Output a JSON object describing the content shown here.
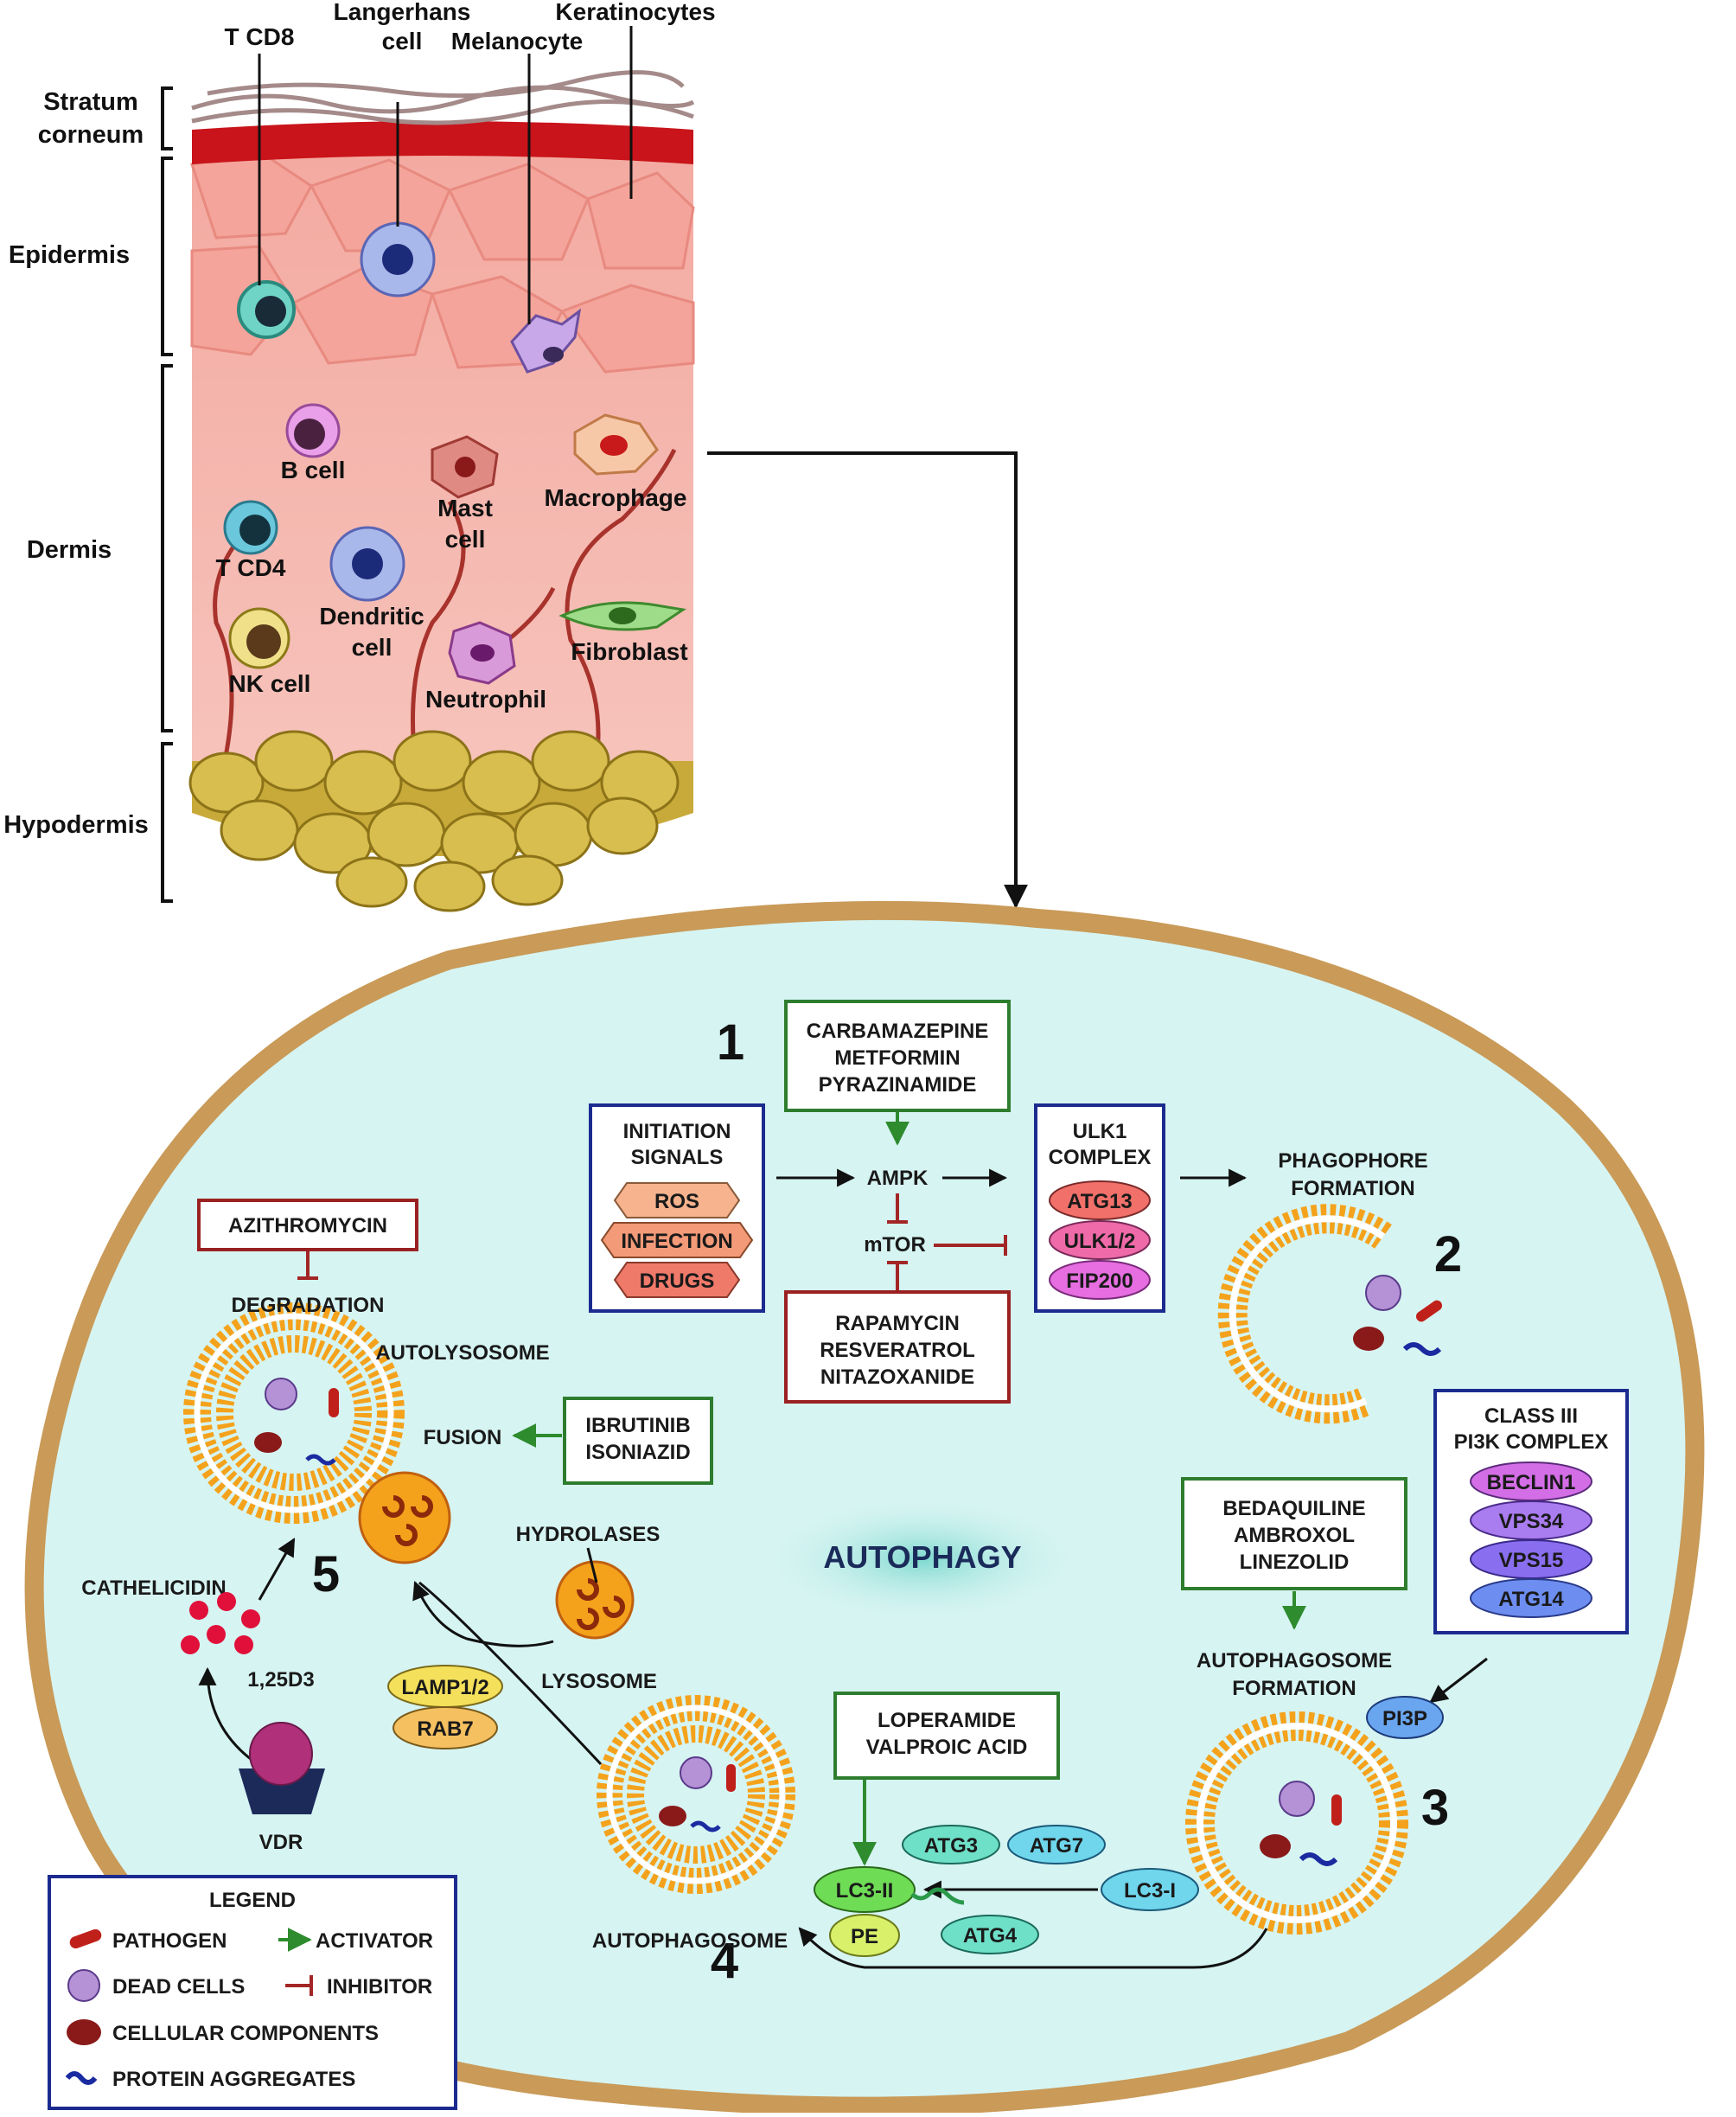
{
  "skin": {
    "layers": [
      "Stratum corneum",
      "Epidermis",
      "Dermis",
      "Hypodermis"
    ],
    "cells": {
      "t_cd8": "T CD8",
      "langerhans": "Langerhans cell",
      "melanocyte": "Melanocyte",
      "keratinocytes": "Keratinocytes",
      "b_cell": "B cell",
      "mast_cell": "Mast cell",
      "macrophage": "Macrophage",
      "t_cd4": "T CD4",
      "dendritic": "Dendritic cell",
      "nk_cell": "NK cell",
      "neutrophil": "Neutrophil",
      "fibroblast": "Fibroblast"
    }
  },
  "autophagy": {
    "title": "AUTOPHAGY",
    "steps": [
      "1",
      "2",
      "3",
      "4",
      "5"
    ],
    "initiation": {
      "title_line1": "INITIATION",
      "title_line2": "SIGNALS",
      "items": [
        "ROS",
        "INFECTION",
        "DRUGS"
      ]
    },
    "activators_ampk": [
      "CARBAMAZEPINE",
      "METFORMIN",
      "PYRAZINAMIDE"
    ],
    "inhibitors_mtor": [
      "RAPAMYCIN",
      "RESVERATROL",
      "NITAZOXANIDE"
    ],
    "ampk": "AMPK",
    "mtor": "mTOR",
    "ulk1": {
      "title_line1": "ULK1",
      "title_line2": "COMPLEX",
      "items": [
        "ATG13",
        "ULK1/2",
        "FIP200"
      ]
    },
    "phagophore_line1": "PHAGOPHORE",
    "phagophore_line2": "FORMATION",
    "pi3k": {
      "title_line1": "CLASS III",
      "title_line2": "PI3K COMPLEX",
      "items": [
        "BECLIN1",
        "VPS34",
        "VPS15",
        "ATG14"
      ]
    },
    "pi3p": "PI3P",
    "autophagosome_drugs": [
      "BEDAQUILINE",
      "AMBROXOL",
      "LINEZOLID"
    ],
    "autophagosome_formation_line1": "AUTOPHAGOSOME",
    "autophagosome_formation_line2": "FORMATION",
    "lc3_drugs": [
      "LOPERAMIDE",
      "VALPROIC ACID"
    ],
    "atg": [
      "ATG3",
      "ATG7",
      "ATG4"
    ],
    "lc3_i": "LC3-I",
    "lc3_ii": "LC3-II",
    "pe": "PE",
    "autophagosome": "AUTOPHAGOSOME",
    "lamp": [
      "LAMP1/2",
      "RAB7"
    ],
    "hydrolases": "HYDROLASES",
    "lysosome": "LYSOSOME",
    "fusion": "FUSION",
    "fusion_drugs": [
      "IBRUTINIB",
      "ISONIAZID"
    ],
    "autolysosome": "AUTOLYSOSOME",
    "azithromycin": "AZITHROMYCIN",
    "degradation": "DEGRADATION",
    "cathelicidin": "CATHELICIDIN",
    "vitd": "1,25D3",
    "vdr": "VDR"
  },
  "legend": {
    "title": "LEGEND",
    "items": [
      "PATHOGEN",
      "DEAD CELLS",
      "CELLULAR COMPONENTS",
      "PROTEIN AGGREGATES"
    ],
    "activator": "ACTIVATOR",
    "inhibitor": "INHIBITOR"
  },
  "colors": {
    "cell_fill": "#d6f4f2",
    "cell_border": "#c99a58",
    "activator": "#2e8b2e",
    "inhibitor": "#a32626",
    "box_blue": "#1c2b8f",
    "box_green": "#2e7d2e",
    "box_red": "#9a2121"
  }
}
